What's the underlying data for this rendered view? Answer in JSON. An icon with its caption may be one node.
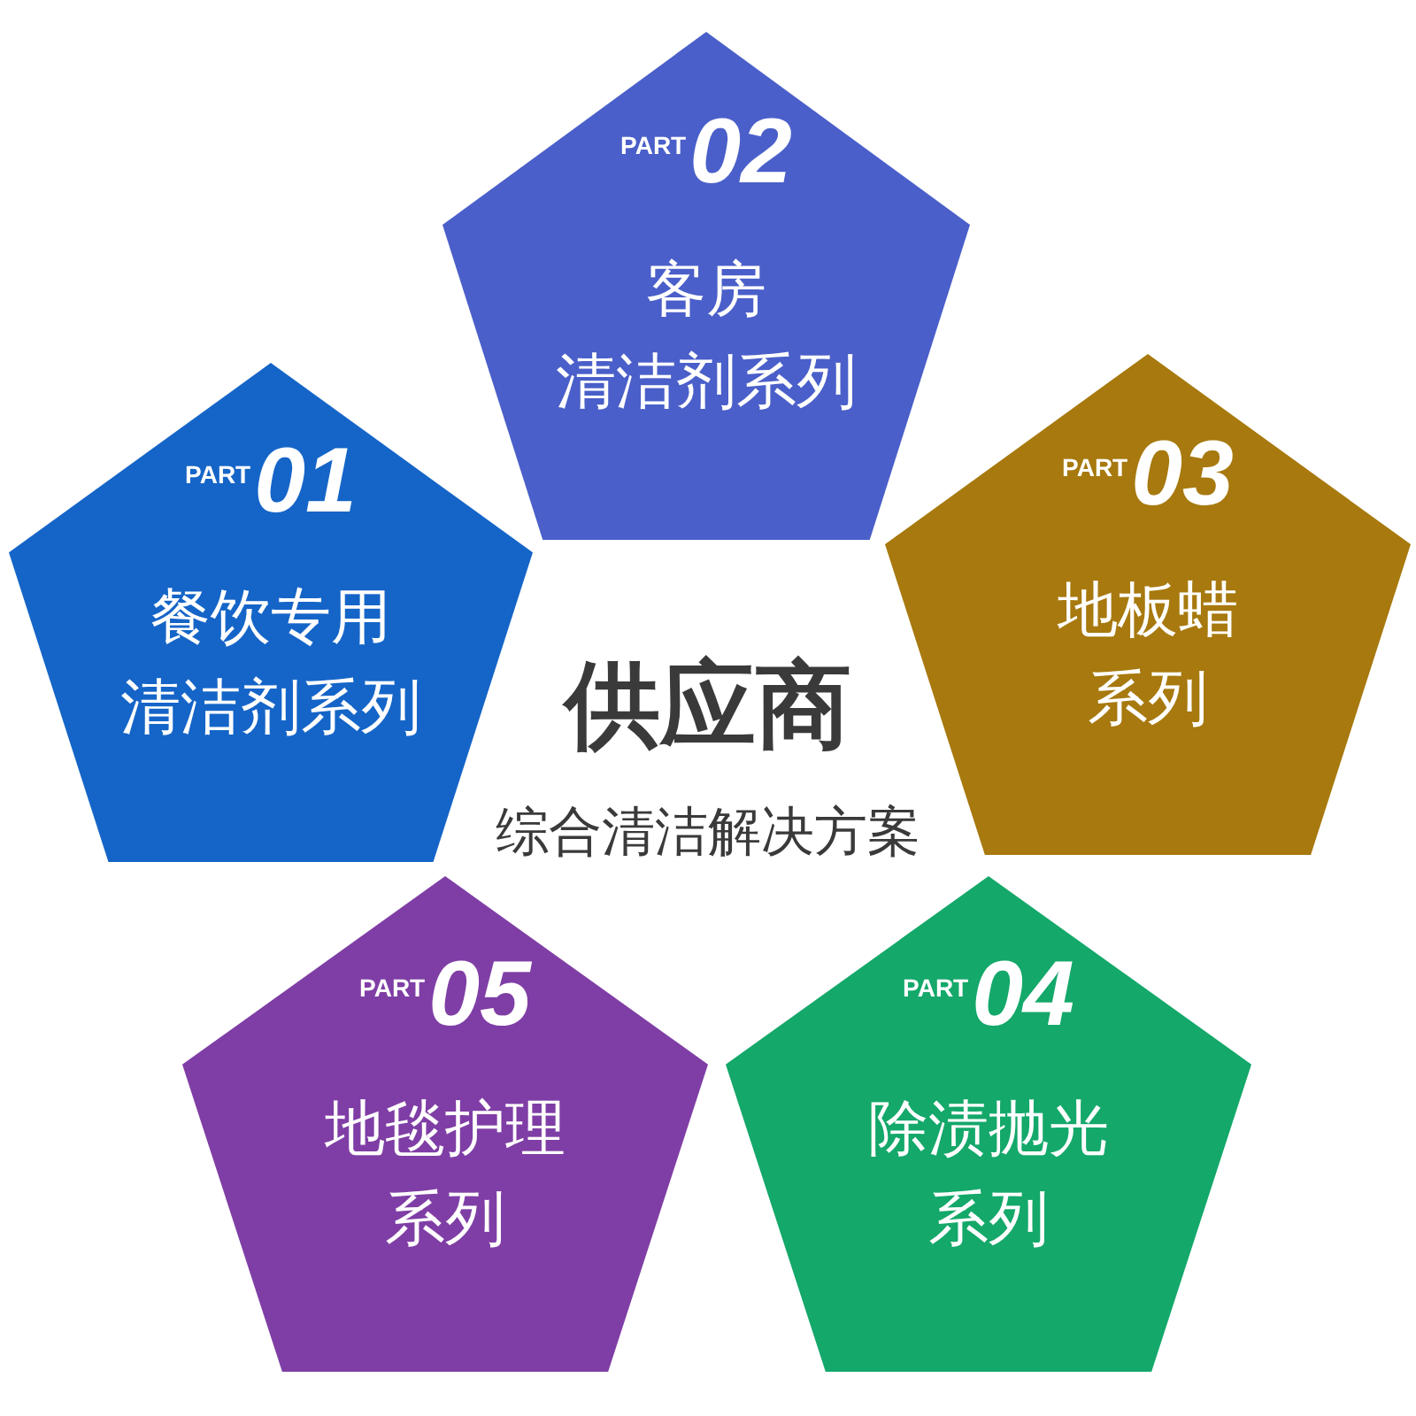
{
  "diagram": {
    "nodes": [
      {
        "text": [
          "PART",
          "01",
          "餐饮专用",
          "清洁剂系列"
        ]
      },
      {
        "text": [
          "PART",
          "02",
          "客房",
          "清洁剂系列"
        ]
      },
      {
        "text": [
          "PART",
          "03",
          "地板蜡",
          "系列"
        ]
      },
      {
        "text": [
          "PART",
          "04",
          "除渍抛光",
          "系列"
        ]
      },
      {
        "text": [
          "PART",
          "05",
          "地毯护理",
          "系列"
        ]
      }
    ],
    "labels": [
      "供应商",
      "综合清洁解决方案"
    ]
  }
}
